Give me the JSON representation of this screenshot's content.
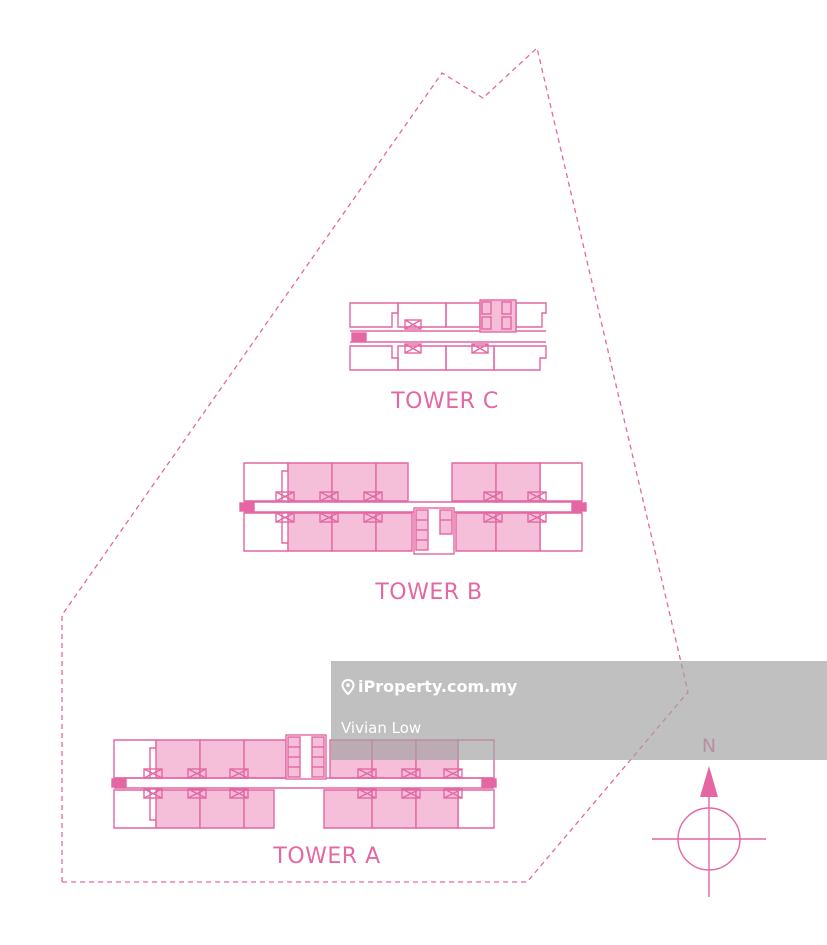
{
  "site_plan": {
    "towers": [
      {
        "id": "tower-c",
        "label": "TOWER C"
      },
      {
        "id": "tower-b",
        "label": "TOWER B"
      },
      {
        "id": "tower-a",
        "label": "TOWER A"
      }
    ],
    "compass": {
      "label": "N",
      "icon": "north-arrow-icon"
    }
  },
  "watermark": {
    "brand": "iProperty.com.my",
    "agent": "Vivian Low",
    "icon": "location-pin-icon"
  },
  "colors": {
    "line": "#e467a3",
    "unit_fill": "#f5bfd9",
    "watermark_bg": "#a2a2a2"
  }
}
